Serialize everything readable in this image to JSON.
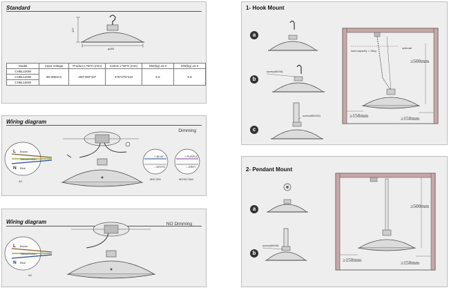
{
  "standard": {
    "title": "Standard",
    "dim_height": "197",
    "dim_width": "φ400",
    "table": {
      "headers": [
        "Model",
        "Input Voltage",
        "Product L*W*H (mm)",
        "Carton L*W*H (mm)",
        "NW(kg) ±0.3",
        "GW(kg) ±0.3"
      ],
      "models": [
        "CHBL100W",
        "CHBL120W",
        "CHBL150W"
      ],
      "input_voltage": "90-305VAC",
      "product_size": "400*400*197",
      "carton_size": "475*475*210",
      "nw": "5.6",
      "gw": "6.8"
    }
  },
  "wiring_dimming": {
    "title": "Wiring diagram",
    "mode": "Dimming",
    "labels": {
      "L": "L",
      "brown": "Brown",
      "N": "N",
      "blue": "Blue",
      "yg": "Yellow/Green",
      "ac": "AC",
      "blue_plus": "+ BLUE",
      "white_minus": "– WHITE",
      "purple_plus": "+ PURPLE",
      "grey_minus": "– GREY",
      "mw_dim": "MW DIM",
      "moso_dim": "MOSO DIM"
    }
  },
  "wiring_nodimming": {
    "title": "Wiring diagram",
    "mode": "NO Dimming",
    "labels": {
      "L": "L",
      "brown": "Brown",
      "N": "N",
      "blue": "Blue",
      "yg": "Yellow/Green",
      "ac": "AC"
    }
  },
  "hook_mount": {
    "title": "1- Hook Mount",
    "steps": [
      "a",
      "b",
      "c"
    ],
    "screw_b": "screw(M4X8)",
    "screw_c": "screw(M8X25)",
    "optional": "optional",
    "load": "load capacity > 15kg",
    "dim_500": "≥500mm",
    "dim_150a": "≥150mm",
    "dim_150b": "≥150mm"
  },
  "pendant_mount": {
    "title": "2- Pendant Mount",
    "steps": [
      "a",
      "b"
    ],
    "screw_b": "screw(M4X8)",
    "dim_500": "≥500mm",
    "dim_150a": "≥150mm",
    "dim_150b": "≥150mm"
  },
  "colors": {
    "panel_bg": "#eeeeee",
    "panel_border": "#bdbdbd",
    "step_badge": "#333333"
  }
}
